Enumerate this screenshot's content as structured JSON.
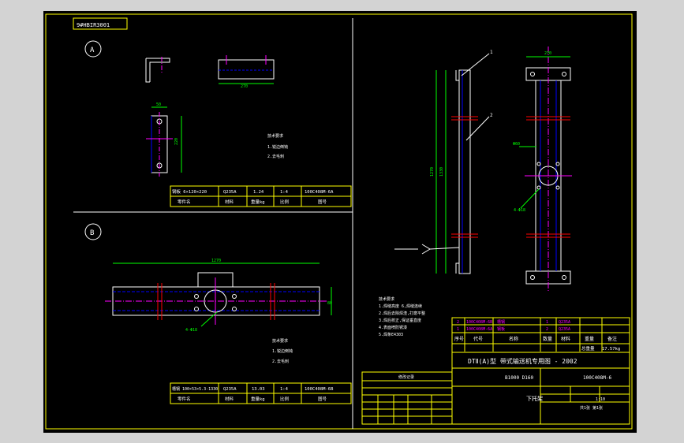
{
  "drawing_number_tag": "9#HBIR3001",
  "colors": {
    "background": "#000000",
    "viewport_frame": "#9a9a9a",
    "border": "#ffff00",
    "outline": "#ffffff",
    "hidden": "#0000ff",
    "centerline": "#ff00ff",
    "dimension": "#00ff00",
    "section": "#ff0000"
  },
  "view_a": {
    "marker": "A",
    "dim_width": "50",
    "dim_height": "220",
    "dim_len": "270",
    "notes_title": "技术要求",
    "notes": [
      "1.锐边倒钝",
      "2.去毛刺"
    ],
    "table": {
      "row1": [
        "钢板 6×120×220",
        "Q235A",
        "1.24",
        "1:4",
        "100C408M-6A"
      ],
      "row2": [
        "零件名",
        "材料",
        "重量kg",
        "比例",
        "图号"
      ]
    }
  },
  "view_b": {
    "marker": "B",
    "dim_length": "1270",
    "dim_height": "80",
    "hole_label": "4-Φ18",
    "notes_title": "技术要求",
    "notes": [
      "1.锐边倒钝",
      "2.去毛刺"
    ],
    "table": {
      "row1": [
        "槽钢 100×53×5.3-1330",
        "Q235A",
        "13.03",
        "1:4",
        "100C408M-6B"
      ],
      "row2": [
        "零件名",
        "材料",
        "重量kg",
        "比例",
        "图号"
      ]
    }
  },
  "assembly": {
    "balloon1": "1",
    "balloon2": "2",
    "dim_top": "270",
    "dim_side_a": "1270",
    "dim_side_b": "1330",
    "dim_hole": "Φ60",
    "dim_hole2": "4-Φ18",
    "notes_title": "技术要求",
    "notes": [
      "1.焊缝高度 6,焊缝连续",
      "2.焊后去除焊渣,打磨平整",
      "3.焊后校正,保证垂直度",
      "4.表面喷防锈漆",
      "5.焊条E4303"
    ]
  },
  "title_block": {
    "parts_rows": [
      [
        "2",
        "100C408M-6B",
        "槽钢",
        "1",
        "Q235A"
      ],
      [
        "1",
        "100C408M-6A",
        "钢板",
        "2",
        "Q235A"
      ]
    ],
    "header": [
      "序号",
      "代号",
      "名称",
      "数量",
      "材料",
      "重量",
      "备注"
    ],
    "weight_row": [
      "总重量",
      "17.57kg"
    ],
    "project": "DTⅡ(A)型  带式输送机专用图 - 2002",
    "unit": "B1000 D160",
    "drawing_no": "100C408M-6",
    "drawing_name": "下托架",
    "sheet": "共1张  第1张",
    "scale": "1:10",
    "rev_title": "修改记录"
  }
}
